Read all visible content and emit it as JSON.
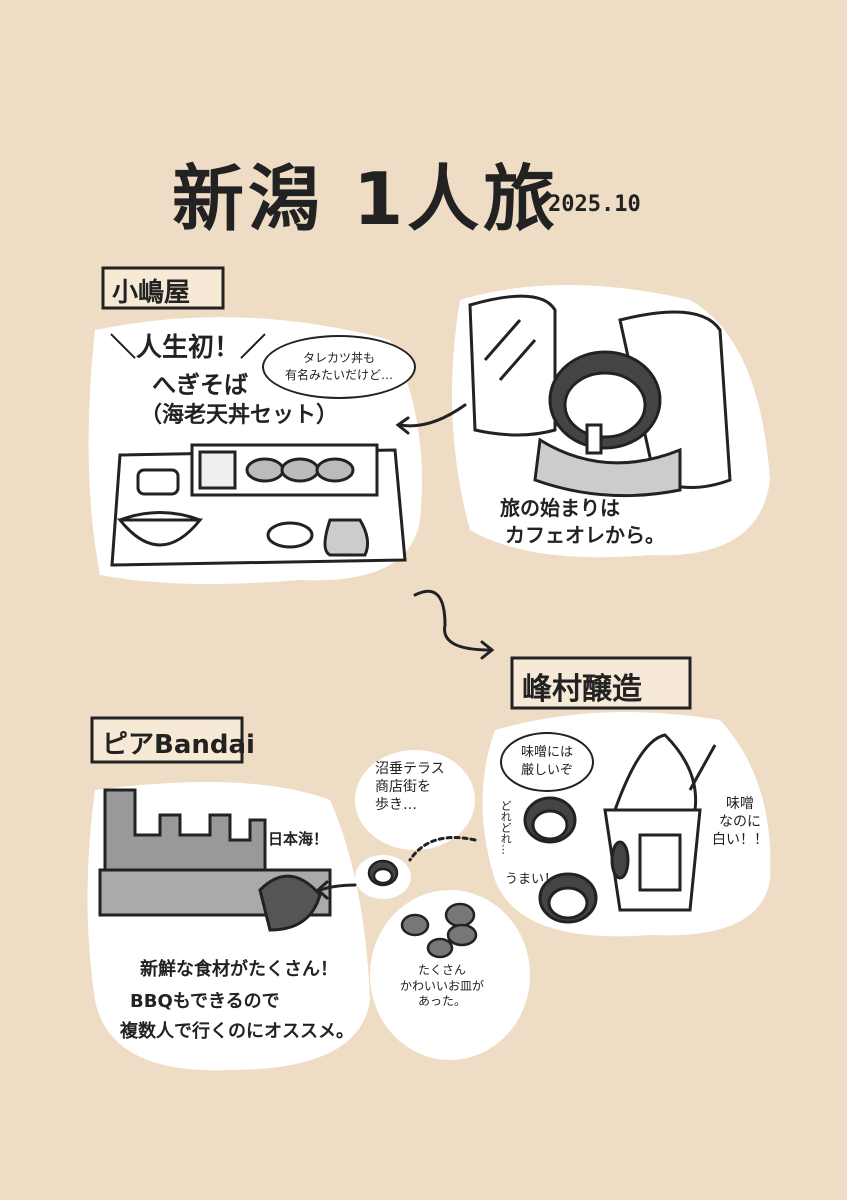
{
  "title": "新潟 1人旅",
  "date": "2025.10",
  "sections": {
    "kojimaya": {
      "label": "小嶋屋",
      "headline": "＼人生初！／",
      "dish_line1": "へぎそば",
      "dish_line2": "（海老天丼セット）",
      "bubble": "タレカツ丼も\n有名みたいだけど…"
    },
    "train": {
      "caption_line1": "旅の始まりは",
      "caption_line2": "カフェオレから。"
    },
    "minemura": {
      "label": "峰村醸造",
      "bubble": "味噌には\n厳しいぞ",
      "side_text": "どれどれ…",
      "reaction": "うまい！",
      "note": "味噌\nなのに\n白い！！"
    },
    "pier": {
      "label": "ピアBandai",
      "sea_label": "日本海！",
      "walk_note": "沼垂テラス\n商店街を\n歩き…",
      "plates_note": "たくさん\nかわいいお皿が\nあった。",
      "caption_line1": "新鮮な食材がたくさん！",
      "caption_line2": "BBQもできるので",
      "caption_line3": "複数人で行くのにオススメ。"
    }
  },
  "colors": {
    "background": "#efdcc4",
    "panel": "#ffffff",
    "ink": "#222222",
    "gray": "#b8b8b8"
  }
}
